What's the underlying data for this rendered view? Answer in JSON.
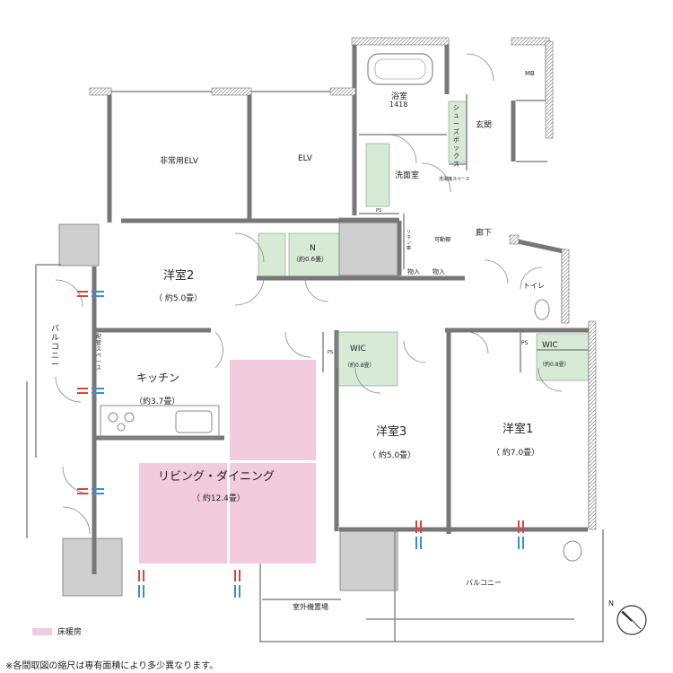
{
  "rooms": {
    "bathroom": {
      "name": "浴室",
      "size": "1418"
    },
    "entrance": "玄関",
    "shoe_box": "シューズボックス",
    "mb": "MB",
    "washroom": "洗面室",
    "washer_space": "洗濯機スペース",
    "hallway": "廊下",
    "emergency_elv": "非常用ELV",
    "elv": "ELV",
    "bedroom2": {
      "name": "洋室2",
      "size": "（ 約5.0畳）"
    },
    "closet_n": {
      "name": "N",
      "size": "（約0.6畳）"
    },
    "linen": "リネン庫",
    "movable_shelf": "可動棚",
    "storage": "物入",
    "toilet": "トイレ",
    "kitchen": {
      "name": "キッチン",
      "size": "（約3.7畳）"
    },
    "piping_space": "配管スペース",
    "ldk": {
      "name": "リビング・ダイニング",
      "size": "（ 約12.4畳）"
    },
    "wic3": {
      "name": "WIC",
      "size": "（約0.8畳）"
    },
    "wic1": {
      "name": "WIC",
      "size": "（約0.8畳）"
    },
    "bedroom3": {
      "name": "洋室3",
      "size": "（ 約5.0畳）"
    },
    "bedroom1": {
      "name": "洋室1",
      "size": "（ 約7.0畳）"
    },
    "balcony_left": "バルコニー",
    "balcony_bottom": "バルコニー",
    "outdoor_unit": "室外機置場",
    "ps": "PS"
  },
  "compass": "N",
  "legend": {
    "floor_heating": "床暖房"
  },
  "footnote": "※各間取図の縮尺は専有面積により多少異なります。",
  "colors": {
    "floor_heating": "#f2cbdc",
    "storage": "#d6ead6",
    "wall": "#9a9a9a"
  }
}
